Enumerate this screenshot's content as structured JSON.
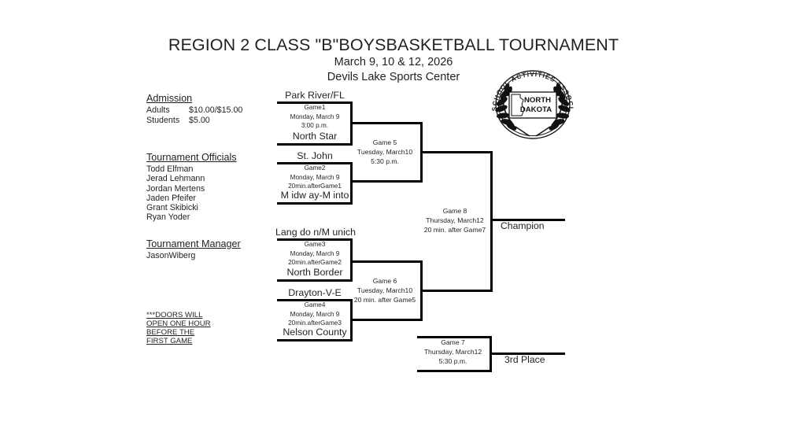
{
  "header": {
    "title": "REGION 2 CLASS \"B\"BOYSBASKETBALL TOURNAMENT",
    "dates": "March 9, 10 & 12, 2026",
    "venue": "Devils Lake Sports Center"
  },
  "seal": {
    "outer_text": "HIGH SCHOOL ACTIVITIES ASSOCIATION",
    "state_line1": "NORTH",
    "state_line2": "DAKOTA",
    "name": "ndhsaa-seal"
  },
  "admission": {
    "heading": "Admission",
    "rows": [
      {
        "label": "Adults",
        "value": "$10.00/$15.00"
      },
      {
        "label": "Students",
        "value": "$5.00"
      }
    ]
  },
  "officials": {
    "heading": "Tournament Officials",
    "names": [
      "Todd Elfman",
      "Jerad Lehmann",
      "Jordan Mertens",
      "Jaden Pfeifer",
      "Grant Skibicki",
      "Ryan Yoder"
    ]
  },
  "manager": {
    "heading": "Tournament Manager",
    "name": "JasonWiberg"
  },
  "notice": {
    "lines": [
      "***DOORS WILL",
      "OPEN ONE HOUR",
      "BEFORE THE ",
      "FIRST GAME"
    ]
  },
  "bracket": {
    "round1": [
      {
        "id": "game1",
        "top_team": "Park River/FL",
        "bottom_team": "North Star",
        "game_label": "Game1",
        "day": "Monday, March 9",
        "time": "3:00 p.m."
      },
      {
        "id": "game2",
        "top_team": "St. John",
        "bottom_team": "M idw ay-M into",
        "game_label": "Game2",
        "day": "Monday, March 9",
        "time": "20min.afterGame1"
      },
      {
        "id": "game3",
        "top_team": "Lang do n/M unich",
        "bottom_team": "North Border",
        "game_label": "Game3",
        "day": "Monday, March 9",
        "time": "20min.afterGame2"
      },
      {
        "id": "game4",
        "top_team": "Drayton-V-E",
        "bottom_team": "Nelson County",
        "game_label": "Game4",
        "day": "Monday, March 9",
        "time": "20min.afterGame3"
      }
    ],
    "semifinals": [
      {
        "id": "game5",
        "game_label": "Game 5",
        "day": "Tuesday, March10",
        "time": "5:30 p.m."
      },
      {
        "id": "game6",
        "game_label": "Game 6",
        "day": "Tuesday, March10",
        "time": "20 min. after Game5"
      }
    ],
    "final": {
      "id": "game8",
      "game_label": "Game 8",
      "day": "Thursday, March12",
      "time": "20 min. after Game7",
      "outcome": "Champion"
    },
    "consolation": {
      "id": "game7",
      "game_label": "Game 7",
      "day": "Thursday, March12",
      "time": "5:30 p.m.",
      "outcome": "3rd Place"
    }
  },
  "colors": {
    "ink": "#231f20",
    "line": "#000000",
    "background": "#ffffff"
  }
}
